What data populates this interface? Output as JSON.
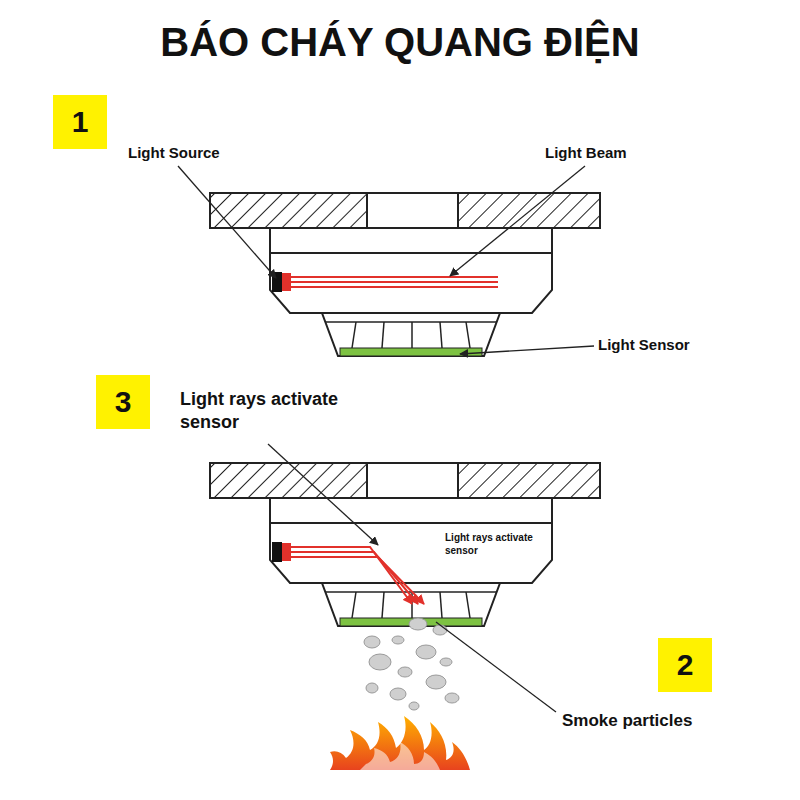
{
  "diagram": {
    "title": "BÁO CHÁY QUANG ĐIỆN",
    "nodes": [
      {
        "text": [
          "1"
        ]
      },
      {
        "text": [
          "3"
        ]
      },
      {
        "text": [
          "2"
        ]
      }
    ],
    "labels": [
      "Light Source",
      "Light Beam",
      "Light Sensor",
      "Light rays activate sensor",
      "Light rays activate sensor",
      "Smoke particles"
    ]
  }
}
